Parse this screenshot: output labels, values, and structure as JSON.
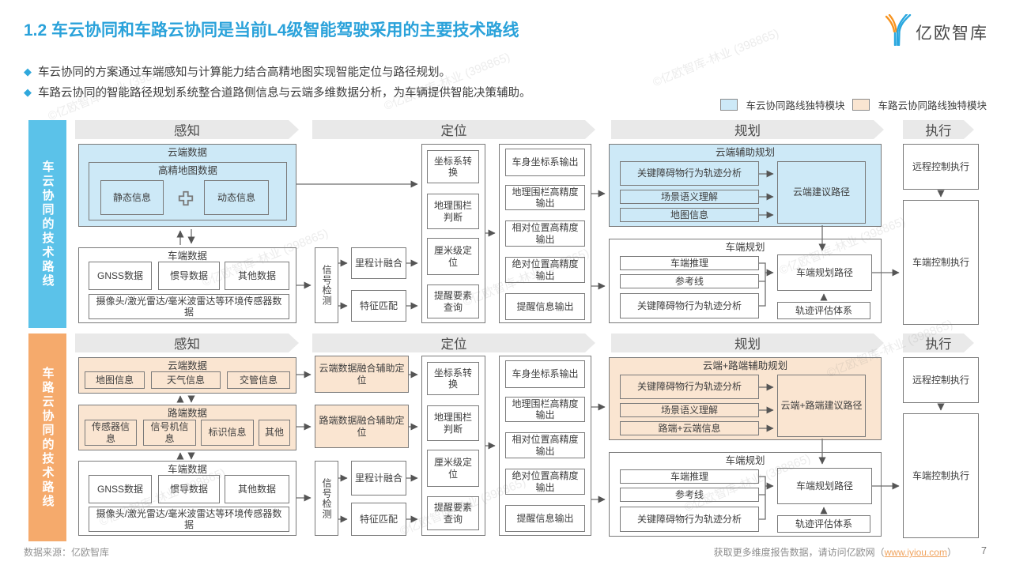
{
  "title": "1.2 车云协同和车路云协同是当前L4级智能驾驶采用的主要技术路线",
  "logo_text": "亿欧智库",
  "bullet_icon": "◆",
  "bullets": [
    "车云协同的方案通过车端感知与计算能力结合高精地图实现智能定位与路径规划。",
    "车路云协同的智能路径规划系统整合道路侧信息与云端多维数据分析，为车辆提供智能决策辅助。"
  ],
  "legend": {
    "cloud": "车云协同路线独特模块",
    "road_cloud": "车路云协同路线独特模块"
  },
  "watermark": "©亿欧智库-林业 (398865)",
  "colors": {
    "accent_blue": "#2AA2DA",
    "light_blue": "#CDE9F7",
    "side_blue": "#5BC2E9",
    "accent_orange": "#F5AA6C",
    "light_orange": "#FAE5D1",
    "border_gray": "#7A7A7A",
    "band_gray": "#E9E9E9"
  },
  "cloud": {
    "side_label": "车云协同的技术路线",
    "headers": [
      "感知",
      "定位",
      "规划",
      "执行"
    ],
    "perception": {
      "cloud_group": "云端数据",
      "hd_map": "高精地图数据",
      "static": "静态信息",
      "dynamic": "动态信息",
      "vehicle_group": "车端数据",
      "gnss": "GNSS数据",
      "imu": "惯导数据",
      "other": "其他数据",
      "sensors": "摄像头/激光雷达/毫米波雷达等环境传感器数据"
    },
    "localization": {
      "signal": "信号检测",
      "odometry": "里程计融合",
      "feature": "特征匹配",
      "steps": [
        "坐标系转换",
        "地理围栏判断",
        "厘米级定位",
        "提醒要素查询"
      ],
      "outputs": [
        "车身坐标系输出",
        "地理围栏高精度输出",
        "相对位置高精度输出",
        "绝对位置高精度输出",
        "提醒信息输出"
      ]
    },
    "planning": {
      "cloud_group": "云端辅助规划",
      "cloud_items": [
        "关键障碍物行为轨迹分析",
        "场景语义理解",
        "地图信息"
      ],
      "cloud_path": "云端建议路径",
      "vehicle_group": "车端规划",
      "vehicle_items": [
        "车端推理",
        "参考线",
        "关键障碍物行为轨迹分析"
      ],
      "vehicle_path": "车端规划路径",
      "traj_eval": "轨迹评估体系"
    },
    "execution": {
      "remote": "远程控制执行",
      "vehicle": "车端控制执行"
    }
  },
  "road_cloud": {
    "side_label": "车路云协同的技术路线",
    "headers": [
      "感知",
      "定位",
      "规划",
      "执行"
    ],
    "perception": {
      "cloud_group": "云端数据",
      "cloud_items": [
        "地图信息",
        "天气信息",
        "交管信息"
      ],
      "road_group": "路端数据",
      "road_items": [
        "传感器信息",
        "信号机信息",
        "标识信息",
        "其他"
      ],
      "vehicle_group": "车端数据",
      "gnss": "GNSS数据",
      "imu": "惯导数据",
      "other": "其他数据",
      "sensors": "摄像头/激光雷达/毫米波雷达等环境传感器数据"
    },
    "localization": {
      "cloud_fuse": "云端数据融合辅助定位",
      "road_fuse": "路端数据融合辅助定位",
      "signal": "信号检测",
      "odometry": "里程计融合",
      "feature": "特征匹配",
      "steps": [
        "坐标系转换",
        "地理围栏判断",
        "厘米级定位",
        "提醒要素查询"
      ],
      "outputs": [
        "车身坐标系输出",
        "地理围栏高精度输出",
        "相对位置高精度输出",
        "绝对位置高精度输出",
        "提醒信息输出"
      ]
    },
    "planning": {
      "cloud_group": "云端+路端辅助规划",
      "cloud_items": [
        "关键障碍物行为轨迹分析",
        "场景语义理解",
        "路端+云端信息"
      ],
      "cloud_path": "云端+路端建议路径",
      "vehicle_group": "车端规划",
      "vehicle_items": [
        "车端推理",
        "参考线",
        "关键障碍物行为轨迹分析"
      ],
      "vehicle_path": "车端规划路径",
      "traj_eval": "轨迹评估体系"
    },
    "execution": {
      "remote": "远程控制执行",
      "vehicle": "车端控制执行"
    }
  },
  "footer": {
    "source": "数据来源：亿欧智库",
    "more_prefix": "获取更多维度报告数据，请访问亿欧网（",
    "link": "www.iyiou.com",
    "more_suffix": "）",
    "page": "7"
  }
}
